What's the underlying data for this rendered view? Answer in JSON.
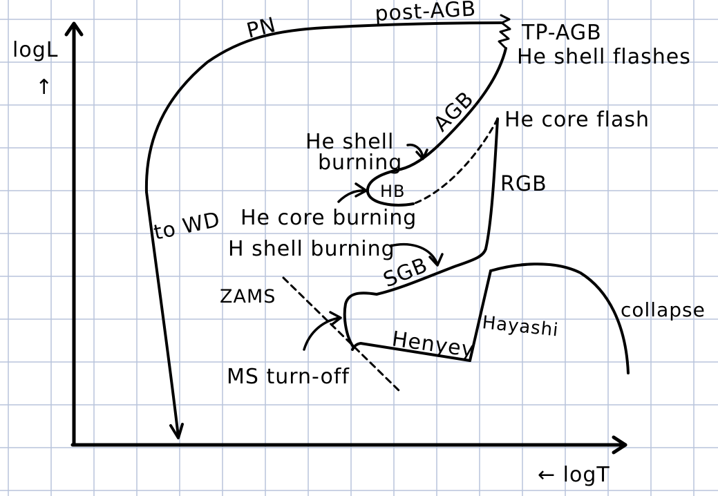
{
  "diagram": {
    "axes": {
      "y_label": "logL",
      "y_arrow": "↑",
      "x_label": "← logT"
    },
    "labels": {
      "pn": "PN",
      "post_agb": "post-AGB",
      "tp_agb": "TP-AGB",
      "he_shell_flashes": "He shell flashes",
      "agb": "AGB",
      "he_core_flash": "He core flash",
      "he_shell_burning_1": "He shell",
      "he_shell_burning_2": "burning",
      "hb": "HB",
      "rgb": "RGB",
      "he_core_burning": "He core burning",
      "to_wd": "to WD",
      "h_shell_burning": "H shell burning",
      "sgb": "SGB",
      "zams": "ZAMS",
      "henyey": "Henyey",
      "hayashi": "Hayashi",
      "collapse": "collapse",
      "ms_turnoff": "MS turn-off"
    },
    "colors": {
      "grid": "#b8c4dc",
      "ink": "#000000",
      "background": "#ffffff"
    }
  }
}
